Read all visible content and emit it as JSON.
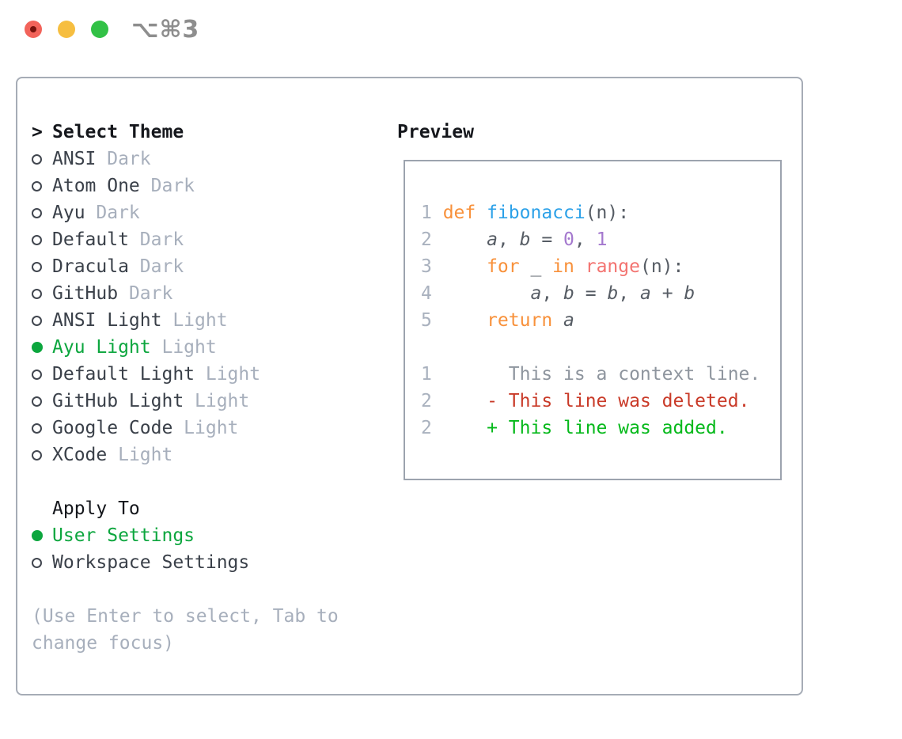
{
  "window": {
    "shortcut_hint": "⌥⌘3",
    "traffic_lights": [
      "close",
      "minimize",
      "zoom"
    ]
  },
  "colors": {
    "selection_green": "#0ca63e",
    "added_green": "#06b91b",
    "deleted_red": "#c93a28",
    "keyword_orange": "#f8913b",
    "function_blue": "#2ca1e8",
    "number_purple": "#a478ce",
    "builtin_coral": "#f37370",
    "code_foreground": "#565c64",
    "muted_gray": "#a7afbc",
    "panel_border": "#a6acb6",
    "preview_border": "#9ca3ae",
    "traffic_red": "#f2635a",
    "traffic_yellow": "#f6be40",
    "traffic_green": "#32c146"
  },
  "theme_panel": {
    "title_marker": ">",
    "title": "Select Theme",
    "options": [
      {
        "name": "ANSI",
        "variant": "Dark",
        "selected": false
      },
      {
        "name": "Atom One",
        "variant": "Dark",
        "selected": false
      },
      {
        "name": "Ayu",
        "variant": "Dark",
        "selected": false
      },
      {
        "name": "Default",
        "variant": "Dark",
        "selected": false
      },
      {
        "name": "Dracula",
        "variant": "Dark",
        "selected": false
      },
      {
        "name": "GitHub",
        "variant": "Dark",
        "selected": false
      },
      {
        "name": "ANSI Light",
        "variant": "Light",
        "selected": false
      },
      {
        "name": "Ayu Light",
        "variant": "Light",
        "selected": true
      },
      {
        "name": "Default Light",
        "variant": "Light",
        "selected": false
      },
      {
        "name": "GitHub Light",
        "variant": "Light",
        "selected": false
      },
      {
        "name": "Google Code",
        "variant": "Light",
        "selected": false
      },
      {
        "name": "XCode",
        "variant": "Light",
        "selected": false
      }
    ],
    "apply_to": {
      "title": "Apply To",
      "options": [
        {
          "label": "User Settings",
          "selected": true
        },
        {
          "label": "Workspace Settings",
          "selected": false
        }
      ]
    },
    "hint": "(Use Enter to select, Tab to change focus)"
  },
  "preview": {
    "title": "Preview",
    "code_lines": [
      {
        "num": "1",
        "tokens": [
          {
            "text": "def ",
            "style": "kw"
          },
          {
            "text": "fibonacci",
            "style": "fn"
          },
          {
            "text": "(n):",
            "style": "fg"
          }
        ]
      },
      {
        "num": "2",
        "tokens": [
          {
            "text": "    ",
            "style": "fg"
          },
          {
            "text": "a",
            "style": "var"
          },
          {
            "text": ", ",
            "style": "fg"
          },
          {
            "text": "b",
            "style": "var"
          },
          {
            "text": " = ",
            "style": "fg"
          },
          {
            "text": "0",
            "style": "num"
          },
          {
            "text": ", ",
            "style": "fg"
          },
          {
            "text": "1",
            "style": "num"
          }
        ]
      },
      {
        "num": "3",
        "tokens": [
          {
            "text": "    ",
            "style": "fg"
          },
          {
            "text": "for",
            "style": "kw"
          },
          {
            "text": " _ ",
            "style": "fg"
          },
          {
            "text": "in",
            "style": "kw"
          },
          {
            "text": " ",
            "style": "fg"
          },
          {
            "text": "range",
            "style": "builtin"
          },
          {
            "text": "(n):",
            "style": "fg"
          }
        ]
      },
      {
        "num": "4",
        "tokens": [
          {
            "text": "        ",
            "style": "fg"
          },
          {
            "text": "a",
            "style": "var"
          },
          {
            "text": ", ",
            "style": "fg"
          },
          {
            "text": "b",
            "style": "var"
          },
          {
            "text": " = ",
            "style": "fg"
          },
          {
            "text": "b",
            "style": "var"
          },
          {
            "text": ", ",
            "style": "fg"
          },
          {
            "text": "a",
            "style": "var"
          },
          {
            "text": " + ",
            "style": "fg"
          },
          {
            "text": "b",
            "style": "var"
          }
        ]
      },
      {
        "num": "5",
        "tokens": [
          {
            "text": "    ",
            "style": "fg"
          },
          {
            "text": "return",
            "style": "kw"
          },
          {
            "text": " ",
            "style": "fg"
          },
          {
            "text": "a",
            "style": "var"
          }
        ]
      },
      {
        "num": "",
        "tokens": []
      },
      {
        "num": "1",
        "tokens": [
          {
            "text": "      This is a context line.",
            "style": "ctx"
          }
        ]
      },
      {
        "num": "2",
        "tokens": [
          {
            "text": "    ",
            "style": "fg"
          },
          {
            "text": "- This line was deleted.",
            "style": "del"
          }
        ]
      },
      {
        "num": "2",
        "tokens": [
          {
            "text": "    ",
            "style": "fg"
          },
          {
            "text": "+ This line was added.",
            "style": "add"
          }
        ]
      }
    ]
  }
}
